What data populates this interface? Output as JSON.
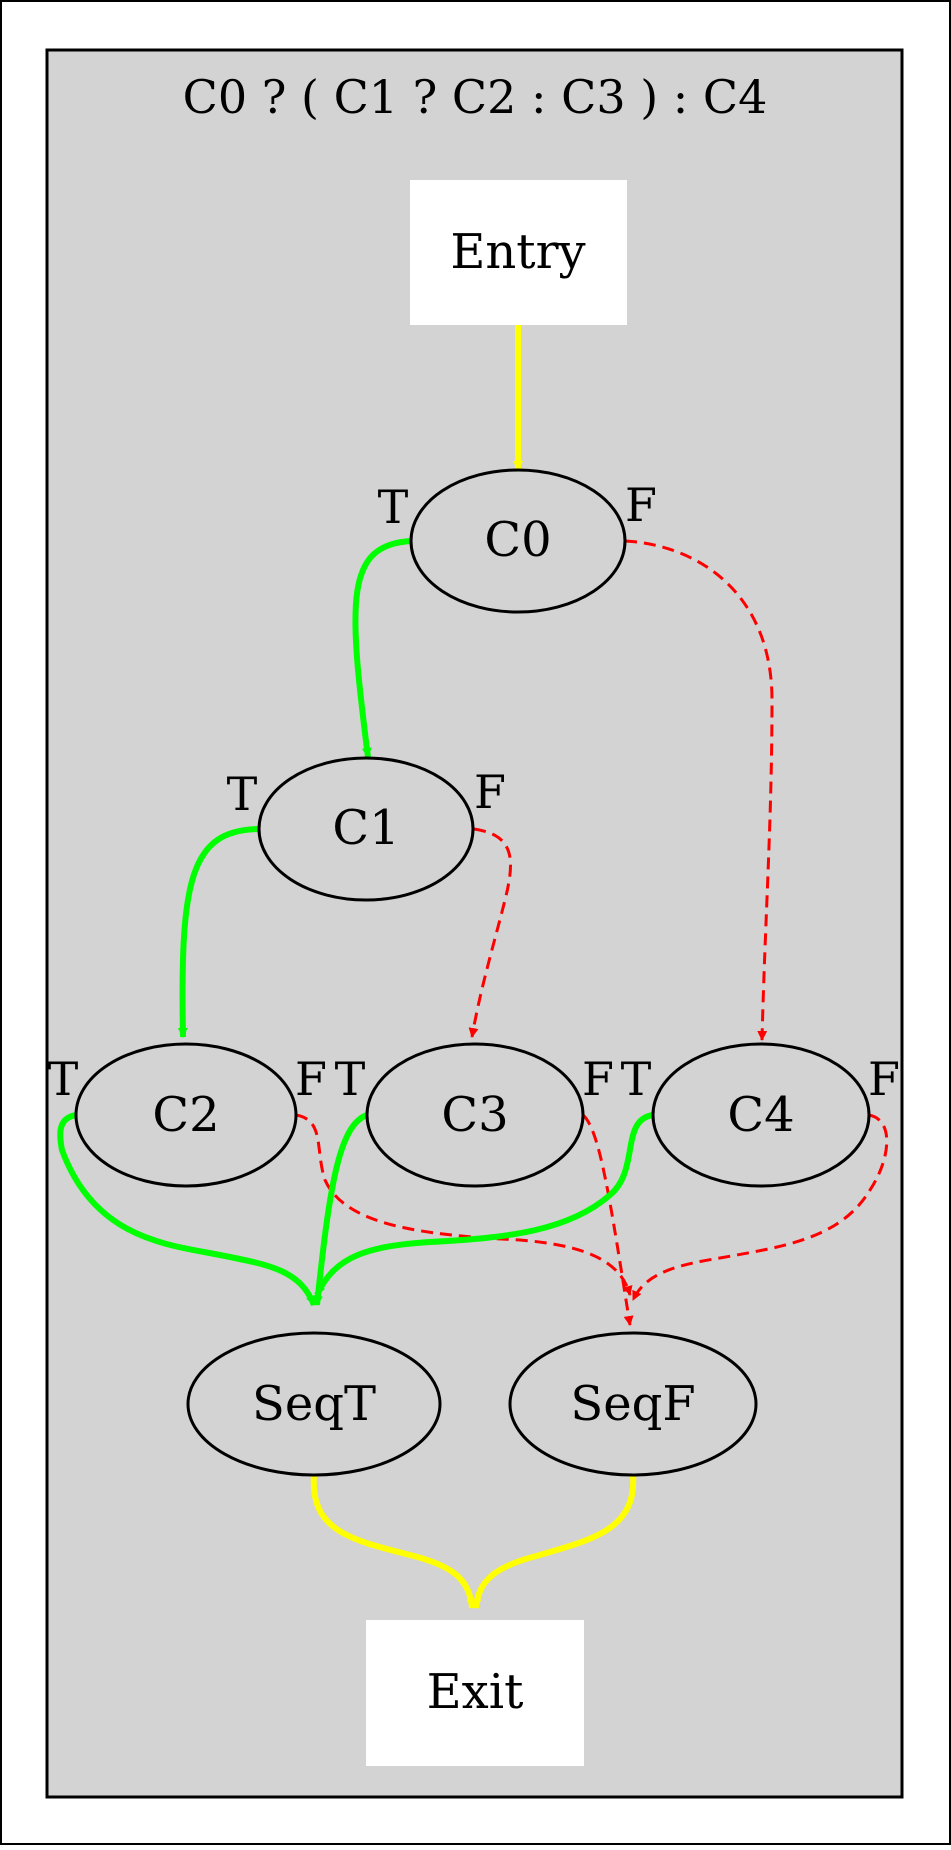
{
  "title": "C0 ? ( C1 ? C2 : C3 ) : C4",
  "colors": {
    "background": "#ffffff",
    "cluster_fill": "#d3d3d3",
    "cluster_border": "#000000",
    "node_box_fill": "#ffffff",
    "true_edge": "#00ff00",
    "false_edge": "#ff0000",
    "flow_edge": "#ffff00"
  },
  "nodes": {
    "entry": "Entry",
    "exit": "Exit",
    "c0": "C0",
    "c1": "C1",
    "c2": "C2",
    "c3": "C3",
    "c4": "C4",
    "seqt": "SeqT",
    "seqf": "SeqF"
  },
  "port_labels": {
    "true": "T",
    "false": "F"
  },
  "edges": [
    {
      "from": "Entry",
      "to": "C0",
      "kind": "flow"
    },
    {
      "from": "C0",
      "to": "C1",
      "kind": "true"
    },
    {
      "from": "C0",
      "to": "C4",
      "kind": "false"
    },
    {
      "from": "C1",
      "to": "C2",
      "kind": "true"
    },
    {
      "from": "C1",
      "to": "C3",
      "kind": "false"
    },
    {
      "from": "C2",
      "to": "SeqT",
      "kind": "true"
    },
    {
      "from": "C2",
      "to": "SeqF",
      "kind": "false"
    },
    {
      "from": "C3",
      "to": "SeqT",
      "kind": "true"
    },
    {
      "from": "C3",
      "to": "SeqF",
      "kind": "false"
    },
    {
      "from": "C4",
      "to": "SeqT",
      "kind": "true"
    },
    {
      "from": "C4",
      "to": "SeqF",
      "kind": "false"
    },
    {
      "from": "SeqT",
      "to": "Exit",
      "kind": "flow"
    },
    {
      "from": "SeqF",
      "to": "Exit",
      "kind": "flow"
    }
  ]
}
